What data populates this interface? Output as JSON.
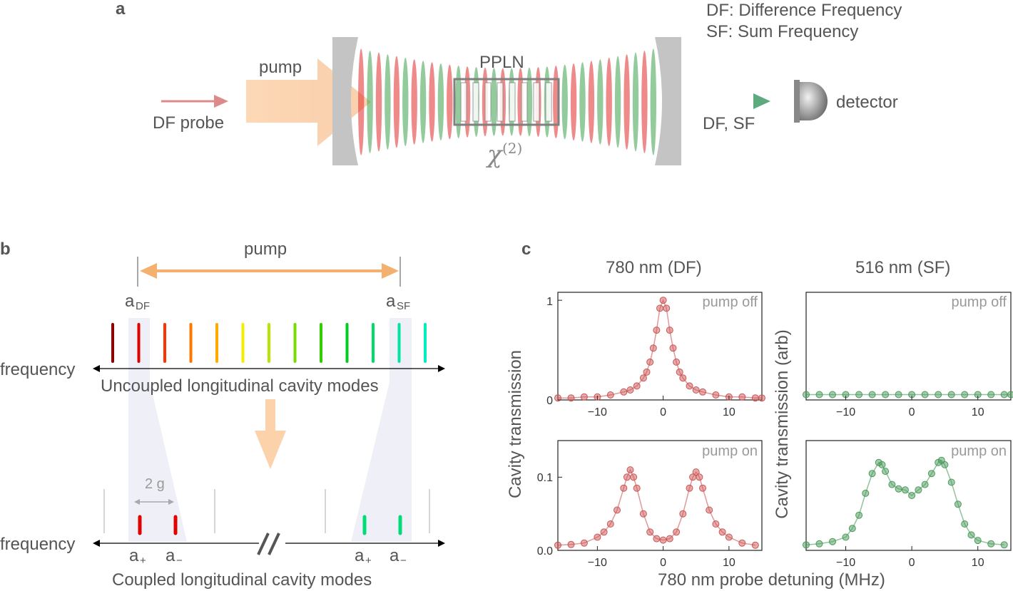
{
  "panel_a": {
    "letter": "a",
    "legend_df": "DF: Difference Frequency",
    "legend_sf": "SF: Sum Frequency",
    "pump_label": "pump",
    "probe_label": "DF probe",
    "crystal_label": "PPLN",
    "chi_symbol": "χ",
    "chi_order": "(2)",
    "output_label": "DF, SF",
    "detector_label": "detector"
  },
  "panel_b": {
    "letter": "b",
    "pump_label": "pump",
    "a_df": "a",
    "a_df_sub": "DF",
    "a_sf": "a",
    "a_sf_sub": "SF",
    "axis_label_top": "frequency",
    "axis_label_bottom": "frequency",
    "uncoupled_caption": "Uncoupled longitudinal cavity modes",
    "coupled_caption": "Coupled longitudinal cavity modes",
    "splitting_label": "2 g",
    "a_plus": "a",
    "a_plus_sub": "+",
    "a_minus": "a",
    "a_minus_sub": "−",
    "mode_colors": [
      "#8b0000",
      "#e00000",
      "#ff3300",
      "#ff7700",
      "#ffaa00",
      "#f2ee00",
      "#b8e600",
      "#77dd00",
      "#33cc00",
      "#00cc22",
      "#00dd66",
      "#00e6a0",
      "#00eebb"
    ]
  },
  "panel_c": {
    "letter": "c",
    "col_title_left": "780 nm (DF)",
    "col_title_right": "516 nm (SF)",
    "ylabel_left": "Cavity transmission",
    "ylabel_right": "Cavity transmission (arb)",
    "xlabel": "780 nm probe detuning (MHz)",
    "tag_pump_off_left": "pump off",
    "tag_pump_on_left": "pump on",
    "tag_pump_off_right": "pump off",
    "tag_pump_on_right": "pump on",
    "y_tl": [
      "0",
      "1"
    ],
    "y_bl": [
      "0.0",
      "0.1"
    ],
    "x_tl": [
      "−10",
      "0",
      "10"
    ],
    "x_tr": [
      "−10",
      "0",
      "10"
    ],
    "x_bl": [
      "−10",
      "0",
      "10"
    ],
    "x_br": [
      "−10",
      "0",
      "10"
    ]
  },
  "chart_data": [
    {
      "type": "scatter",
      "title": "pump off",
      "xlabel": "780 nm probe detuning (MHz)",
      "ylabel": "Cavity transmission",
      "xlim": [
        -16,
        15
      ],
      "ylim": [
        0,
        1.08
      ],
      "xticks": [
        -10,
        0,
        10
      ],
      "yticks": [
        0,
        1
      ],
      "color": "#cc5555",
      "series": [
        {
          "x": [
            -16,
            -14,
            -12,
            -10,
            -8,
            -6,
            -5,
            -4,
            -3,
            -2.5,
            -2,
            -1.5,
            -1,
            -0.5,
            0,
            0.5,
            1,
            1.5,
            2,
            2.5,
            3,
            4,
            5,
            6,
            8,
            10,
            12,
            14,
            15
          ],
          "y": [
            0.02,
            0.02,
            0.03,
            0.03,
            0.05,
            0.08,
            0.1,
            0.14,
            0.22,
            0.28,
            0.38,
            0.52,
            0.7,
            0.92,
            1.0,
            0.92,
            0.7,
            0.52,
            0.38,
            0.28,
            0.22,
            0.14,
            0.1,
            0.08,
            0.05,
            0.03,
            0.03,
            0.02,
            0.02
          ]
        }
      ]
    },
    {
      "type": "scatter",
      "title": "pump off",
      "xlim": [
        -16,
        15
      ],
      "ylim": [
        0,
        1
      ],
      "xticks": [
        -10,
        0,
        10
      ],
      "color": "#4a9a5a",
      "series": [
        {
          "x": [
            -16,
            -14,
            -12,
            -10,
            -8,
            -6,
            -4,
            -2,
            0,
            2,
            4,
            6,
            8,
            10,
            12,
            14,
            15
          ],
          "y": [
            0.05,
            0.05,
            0.05,
            0.05,
            0.05,
            0.05,
            0.05,
            0.05,
            0.05,
            0.05,
            0.05,
            0.05,
            0.05,
            0.05,
            0.05,
            0.05,
            0.05
          ]
        }
      ]
    },
    {
      "type": "scatter",
      "title": "pump on",
      "xlabel": "780 nm probe detuning (MHz)",
      "ylabel": "Cavity transmission",
      "xlim": [
        -16,
        15
      ],
      "ylim": [
        0,
        0.15
      ],
      "xticks": [
        -10,
        0,
        10
      ],
      "yticks": [
        0.0,
        0.1
      ],
      "color": "#cc5555",
      "series": [
        {
          "x": [
            -16,
            -14,
            -12,
            -10,
            -9,
            -8,
            -7,
            -6,
            -5.5,
            -5,
            -4.5,
            -4,
            -3,
            -2,
            -1,
            0,
            1,
            2,
            3,
            4,
            4.5,
            5,
            5.5,
            6,
            7,
            8,
            9,
            10,
            12,
            14
          ],
          "y": [
            0.007,
            0.008,
            0.01,
            0.018,
            0.025,
            0.036,
            0.055,
            0.085,
            0.1,
            0.11,
            0.1,
            0.085,
            0.05,
            0.025,
            0.016,
            0.014,
            0.016,
            0.025,
            0.05,
            0.085,
            0.1,
            0.107,
            0.1,
            0.085,
            0.055,
            0.036,
            0.025,
            0.018,
            0.01,
            0.007
          ]
        }
      ]
    },
    {
      "type": "scatter",
      "title": "pump on",
      "xlim": [
        -16,
        15
      ],
      "ylim": [
        0,
        1
      ],
      "xticks": [
        -10,
        0,
        10
      ],
      "color": "#4a9a5a",
      "series": [
        {
          "x": [
            -16,
            -14,
            -12,
            -10,
            -9,
            -8,
            -7,
            -6,
            -5,
            -4.5,
            -4,
            -3,
            -2,
            -1,
            0,
            1,
            2,
            3,
            4,
            4.5,
            5,
            6,
            7,
            8,
            9,
            10,
            12,
            14
          ],
          "y": [
            0.05,
            0.06,
            0.08,
            0.12,
            0.2,
            0.32,
            0.52,
            0.7,
            0.8,
            0.78,
            0.72,
            0.6,
            0.56,
            0.55,
            0.5,
            0.55,
            0.6,
            0.7,
            0.8,
            0.82,
            0.78,
            0.62,
            0.42,
            0.24,
            0.14,
            0.09,
            0.06,
            0.05
          ]
        }
      ]
    }
  ]
}
